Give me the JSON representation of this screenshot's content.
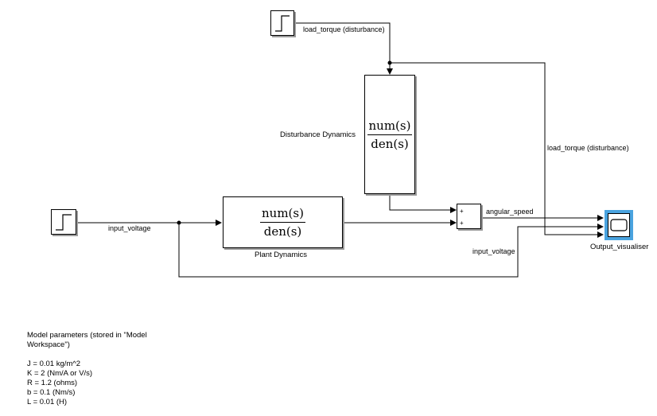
{
  "blocks": {
    "step_disturbance": {
      "icon": "step-icon"
    },
    "step_input": {
      "icon": "step-icon"
    },
    "disturbance_tf": {
      "name": "Disturbance Dynamics",
      "num": "num(s)",
      "den": "den(s)"
    },
    "plant_tf": {
      "name": "Plant Dynamics",
      "num": "num(s)",
      "den": "den(s)"
    },
    "sum": {
      "signs": [
        "+",
        "+"
      ]
    },
    "scope": {
      "name": "Output_visualiser",
      "icon": "scope-icon",
      "accent": "#4aa3df"
    }
  },
  "signals": {
    "load_torque_top": "load_torque (disturbance)",
    "load_torque_right": "load_torque (disturbance)",
    "input_voltage_left": "input_voltage",
    "input_voltage_right": "input_voltage",
    "angular_speed": "angular_speed"
  },
  "notes": {
    "title": "Model parameters (stored in \"Model Workspace\")",
    "params": [
      "J = 0.01 kg/m^2",
      "K = 2 (Nm/A or V/s)",
      "R = 1.2 (ohms)",
      "b = 0.1 (Nm/s)",
      "L = 0.01 (H)"
    ]
  }
}
